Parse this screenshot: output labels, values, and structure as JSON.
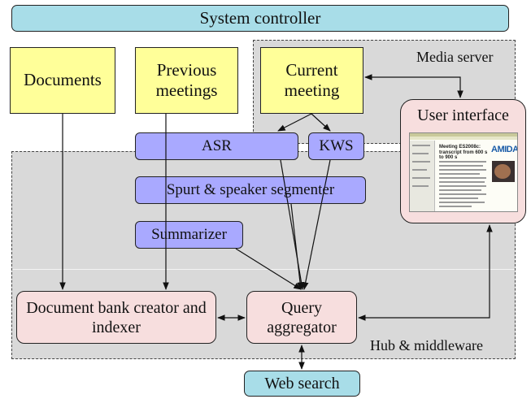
{
  "nodes": {
    "system_controller": "System controller",
    "documents": "Documents",
    "previous_meetings": "Previous meetings",
    "current_meeting": "Current meeting",
    "user_interface": "User interface",
    "asr": "ASR",
    "kws": "KWS",
    "spurt_segmenter": "Spurt & speaker segmenter",
    "summarizer": "Summarizer",
    "document_bank": "Document bank creator and indexer",
    "query_aggregator": "Query aggregator",
    "web_search": "Web search"
  },
  "regions": {
    "media_server": "Media server",
    "hub_middleware": "Hub & middleware"
  },
  "ui_screenshot": {
    "heading": "Meeting ES2008c: transcript from 600 s to 900 s",
    "logo": "AMIDA"
  },
  "colors": {
    "process": "#a9a9ff",
    "source": "#ffff99",
    "io": "#a8dde8",
    "aggregate": "#f7dede",
    "region": "#d9d9d9"
  }
}
